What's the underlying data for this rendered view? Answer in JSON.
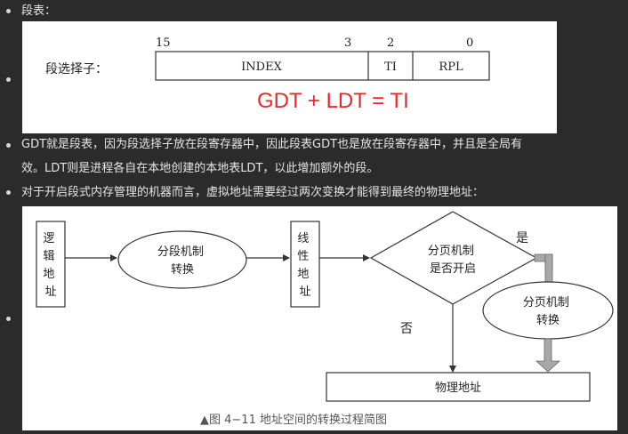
{
  "bullets": {
    "b1": "段表：",
    "b3_line1": "GDT就是段表，因为段选择子放在段寄存器中，因此段表GDT也是放在段寄存器中，并且是全局有",
    "b3_line2": "效。LDT则是进程各自在本地创建的本地表LDT，以此增加额外的段。",
    "b4": "对于开启段式内存管理的机器而言，虚拟地址需要经过两次变换才能得到最终的物理地址："
  },
  "selector": {
    "label": "段选择子：",
    "bit15": "15",
    "bit3": "3",
    "bit2": "2",
    "bit0": "0",
    "field_index": "INDEX",
    "field_ti": "TI",
    "field_rpl": "RPL",
    "formula": "GDT + LDT = TI",
    "formula_color": "#e8292c"
  },
  "flow": {
    "logical_address": [
      "逻",
      "辑",
      "地",
      "址"
    ],
    "segmentation": [
      "分段机制",
      "转换"
    ],
    "linear_address": [
      "线",
      "性",
      "地",
      "址"
    ],
    "paging_enabled": [
      "分页机制",
      "是否开启"
    ],
    "yes": "是",
    "no": "否",
    "paging": [
      "分页机制",
      "转换"
    ],
    "physical_address": "物理地址",
    "caption": "▲图 4−11    地址空间的转换过程简图",
    "arrow_gray": "#a8a8a8"
  }
}
